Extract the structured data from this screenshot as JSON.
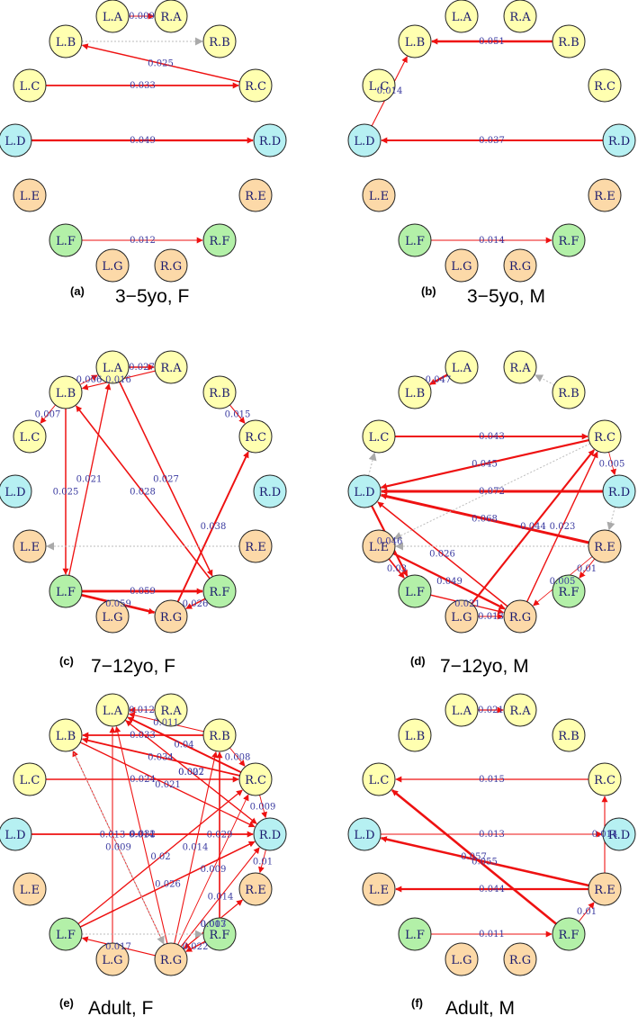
{
  "colors": {
    "yellow": "#ffffb0",
    "blue": "#b6f0f2",
    "orange": "#fcd9a8",
    "green": "#b3f0a8",
    "edge": "#ee1111",
    "dashed": "#bbbbbb",
    "label": "#3a3aa0"
  },
  "node_groups": {
    "L.A": "yellow",
    "R.A": "yellow",
    "L.B": "yellow",
    "R.B": "yellow",
    "L.C": "yellow",
    "R.C": "yellow",
    "L.D": "blue",
    "R.D": "blue",
    "L.E": "orange",
    "R.E": "orange",
    "L.G": "orange",
    "R.G": "orange",
    "L.F": "green",
    "R.F": "green"
  },
  "panels": [
    {
      "id": "a",
      "letter": "(a)",
      "title": "3−5yo, F",
      "edges": [
        {
          "from": "L.A",
          "to": "R.A",
          "w": 0.009,
          "label": "0.009"
        },
        {
          "from": "R.C",
          "to": "L.B",
          "w": 0.025,
          "label": "0.025"
        },
        {
          "from": "L.C",
          "to": "R.C",
          "w": 0.033,
          "label": "0.033"
        },
        {
          "from": "L.D",
          "to": "R.D",
          "w": 0.049,
          "label": "0.049"
        },
        {
          "from": "L.F",
          "to": "R.F",
          "w": 0.012,
          "label": "0.012"
        },
        {
          "from": "L.B",
          "to": "R.B",
          "dashed": true
        }
      ]
    },
    {
      "id": "b",
      "letter": "(b)",
      "title": "3−5yo, M",
      "edges": [
        {
          "from": "R.B",
          "to": "L.B",
          "w": 0.051,
          "label": "0.051"
        },
        {
          "from": "L.D",
          "to": "L.B",
          "w": 0.014,
          "label": "0.014"
        },
        {
          "from": "R.D",
          "to": "L.D",
          "w": 0.037,
          "label": "0.037"
        },
        {
          "from": "L.F",
          "to": "R.F",
          "w": 0.014,
          "label": "0.014"
        }
      ]
    },
    {
      "id": "c",
      "letter": "(c)",
      "title": "7−12yo, F",
      "edges": [
        {
          "from": "L.A",
          "to": "R.A",
          "w": 0.027,
          "label": "0.027"
        },
        {
          "from": "L.B",
          "to": "L.A",
          "w": 0.006,
          "label": "0.006"
        },
        {
          "from": "R.A",
          "to": "L.B",
          "w": 0.016,
          "label": "0.016"
        },
        {
          "from": "L.B",
          "to": "L.C",
          "w": 0.007,
          "label": "0.007"
        },
        {
          "from": "R.B",
          "to": "R.C",
          "w": 0.015,
          "label": "0.015"
        },
        {
          "from": "L.B",
          "to": "L.F",
          "w": 0.025,
          "label": "0.025"
        },
        {
          "from": "L.F",
          "to": "L.A",
          "w": 0.021,
          "label": "0.021"
        },
        {
          "from": "L.A",
          "to": "R.F",
          "w": 0.027,
          "label": "0.027"
        },
        {
          "from": "R.F",
          "to": "L.B",
          "w": 0.028,
          "label": "0.028"
        },
        {
          "from": "R.G",
          "to": "R.C",
          "w": 0.038,
          "label": "0.038"
        },
        {
          "from": "L.F",
          "to": "R.F",
          "w": 0.059,
          "label": "0.059"
        },
        {
          "from": "L.F",
          "to": "R.G",
          "w": 0.059,
          "label": "0.059"
        },
        {
          "from": "R.F",
          "to": "R.G",
          "w": 0.026,
          "label": "0.026"
        },
        {
          "from": "R.E",
          "to": "L.E",
          "dashed": true
        }
      ]
    },
    {
      "id": "d",
      "letter": "(d)",
      "title": "7−12yo, M",
      "edges": [
        {
          "from": "L.A",
          "to": "L.B",
          "w": 0.047,
          "label": "0.047"
        },
        {
          "from": "R.B",
          "to": "R.A",
          "dashed": true
        },
        {
          "from": "L.C",
          "to": "R.C",
          "w": 0.043,
          "label": "0.043"
        },
        {
          "from": "R.C",
          "to": "L.D",
          "w": 0.045,
          "label": "0.045"
        },
        {
          "from": "R.C",
          "to": "R.D",
          "w": 0.005,
          "label": "0.005"
        },
        {
          "from": "R.D",
          "to": "L.D",
          "w": 0.072,
          "label": "0.072"
        },
        {
          "from": "R.E",
          "to": "L.D",
          "w": 0.068,
          "label": "0.068"
        },
        {
          "from": "R.G",
          "to": "L.D",
          "w": 0.026,
          "label": "0.026"
        },
        {
          "from": "L.G",
          "to": "R.C",
          "w": 0.044,
          "label": "0.044"
        },
        {
          "from": "R.G",
          "to": "R.C",
          "w": 0.023,
          "label": "0.023"
        },
        {
          "from": "L.D",
          "to": "L.F",
          "w": 0.046,
          "label": "0.046"
        },
        {
          "from": "L.E",
          "to": "L.F",
          "w": 0.03,
          "label": "0.03"
        },
        {
          "from": "L.F",
          "to": "R.G",
          "w": 0.021,
          "label": "0.021"
        },
        {
          "from": "L.E",
          "to": "R.G",
          "w": 0.049,
          "label": "0.049"
        },
        {
          "from": "L.G",
          "to": "R.G",
          "w": 0.013,
          "label": "0.013"
        },
        {
          "from": "R.E",
          "to": "R.G",
          "w": 0.005,
          "label": "0.005"
        },
        {
          "from": "R.E",
          "to": "R.F",
          "w": 0.01,
          "label": "0.01"
        },
        {
          "from": "L.D",
          "to": "L.C",
          "dashed": true
        },
        {
          "from": "R.C",
          "to": "L.E",
          "dashed": true
        },
        {
          "from": "R.E",
          "to": "L.E",
          "dashed": true
        },
        {
          "from": "R.D",
          "to": "R.E",
          "dashed": true
        }
      ]
    },
    {
      "id": "e",
      "letter": "(e)",
      "title": "Adult, F",
      "edges": [
        {
          "from": "R.A",
          "to": "L.A",
          "w": 0.012,
          "label": "0.012"
        },
        {
          "from": "R.B",
          "to": "L.A",
          "w": 0.011,
          "label": "0.011"
        },
        {
          "from": "R.C",
          "to": "L.B",
          "w": 0.034,
          "label": "0.034"
        },
        {
          "from": "R.B",
          "to": "L.B",
          "w": 0.033,
          "label": "0.033"
        },
        {
          "from": "L.C",
          "to": "R.C",
          "w": 0.024,
          "label": "0.024"
        },
        {
          "from": "L.B",
          "to": "R.D",
          "w": 0.021,
          "label": "0.021"
        },
        {
          "from": "R.G",
          "to": "L.B",
          "w": 0.009,
          "label": "0.009"
        },
        {
          "from": "L.D",
          "to": "R.D",
          "w": 0.032,
          "label": "0.032"
        },
        {
          "from": "R.B",
          "to": "R.C",
          "w": 0.008,
          "label": "0.008"
        },
        {
          "from": "R.C",
          "to": "L.A",
          "w": 0.04,
          "label": "0.04"
        },
        {
          "from": "L.A",
          "to": "R.D",
          "w": 0.022,
          "label": "0.022"
        },
        {
          "from": "R.D",
          "to": "L.A",
          "w": 0.007,
          "label": "0.007"
        },
        {
          "from": "R.C",
          "to": "R.D",
          "w": 0.009,
          "label": "0.009"
        },
        {
          "from": "L.F",
          "to": "R.C",
          "w": 0.02,
          "label": "0.02"
        },
        {
          "from": "L.F",
          "to": "R.D",
          "w": 0.026,
          "label": "0.026"
        },
        {
          "from": "R.G",
          "to": "L.A",
          "w": 0.014,
          "label": "0.014"
        },
        {
          "from": "L.G",
          "to": "L.A",
          "w": 0.013,
          "label": "0.013"
        },
        {
          "from": "R.G",
          "to": "R.B",
          "w": 0.014,
          "label": "0.014"
        },
        {
          "from": "R.G",
          "to": "R.C",
          "w": 0.009,
          "label": "0.009"
        },
        {
          "from": "R.G",
          "to": "R.D",
          "w": 0.014,
          "label": "0.014"
        },
        {
          "from": "R.F",
          "to": "R.B",
          "w": 0.029,
          "label": "0.029"
        },
        {
          "from": "R.D",
          "to": "R.E",
          "w": 0.01,
          "label": "0.01"
        },
        {
          "from": "R.E",
          "to": "R.G",
          "w": 0.003,
          "label": "0.003"
        },
        {
          "from": "R.G",
          "to": "R.E",
          "w": 0.017,
          "label": "0.017"
        },
        {
          "from": "R.G",
          "to": "L.F",
          "w": 0.017,
          "label": "0.017"
        },
        {
          "from": "R.F",
          "to": "R.G",
          "w": 0.022,
          "label": "0.022"
        },
        {
          "from": "L.B",
          "to": "R.G",
          "dashed": true
        },
        {
          "from": "L.F",
          "to": "R.F",
          "dashed": true
        }
      ]
    },
    {
      "id": "f",
      "letter": "(f)",
      "title": "Adult, M",
      "edges": [
        {
          "from": "L.A",
          "to": "R.A",
          "w": 0.021,
          "label": "0.021"
        },
        {
          "from": "R.C",
          "to": "L.C",
          "w": 0.015,
          "label": "0.015"
        },
        {
          "from": "L.D",
          "to": "R.D",
          "w": 0.013,
          "label": "0.013"
        },
        {
          "from": "R.E",
          "to": "R.C",
          "w": 0.014,
          "label": "0.014"
        },
        {
          "from": "R.E",
          "to": "L.D",
          "w": 0.055,
          "label": "0.055"
        },
        {
          "from": "R.F",
          "to": "L.C",
          "w": 0.057,
          "label": "0.057"
        },
        {
          "from": "R.E",
          "to": "L.E",
          "w": 0.044,
          "label": "0.044"
        },
        {
          "from": "L.F",
          "to": "R.F",
          "w": 0.011,
          "label": "0.011"
        },
        {
          "from": "R.F",
          "to": "R.E",
          "w": 0.01,
          "label": "0.01"
        }
      ]
    }
  ]
}
